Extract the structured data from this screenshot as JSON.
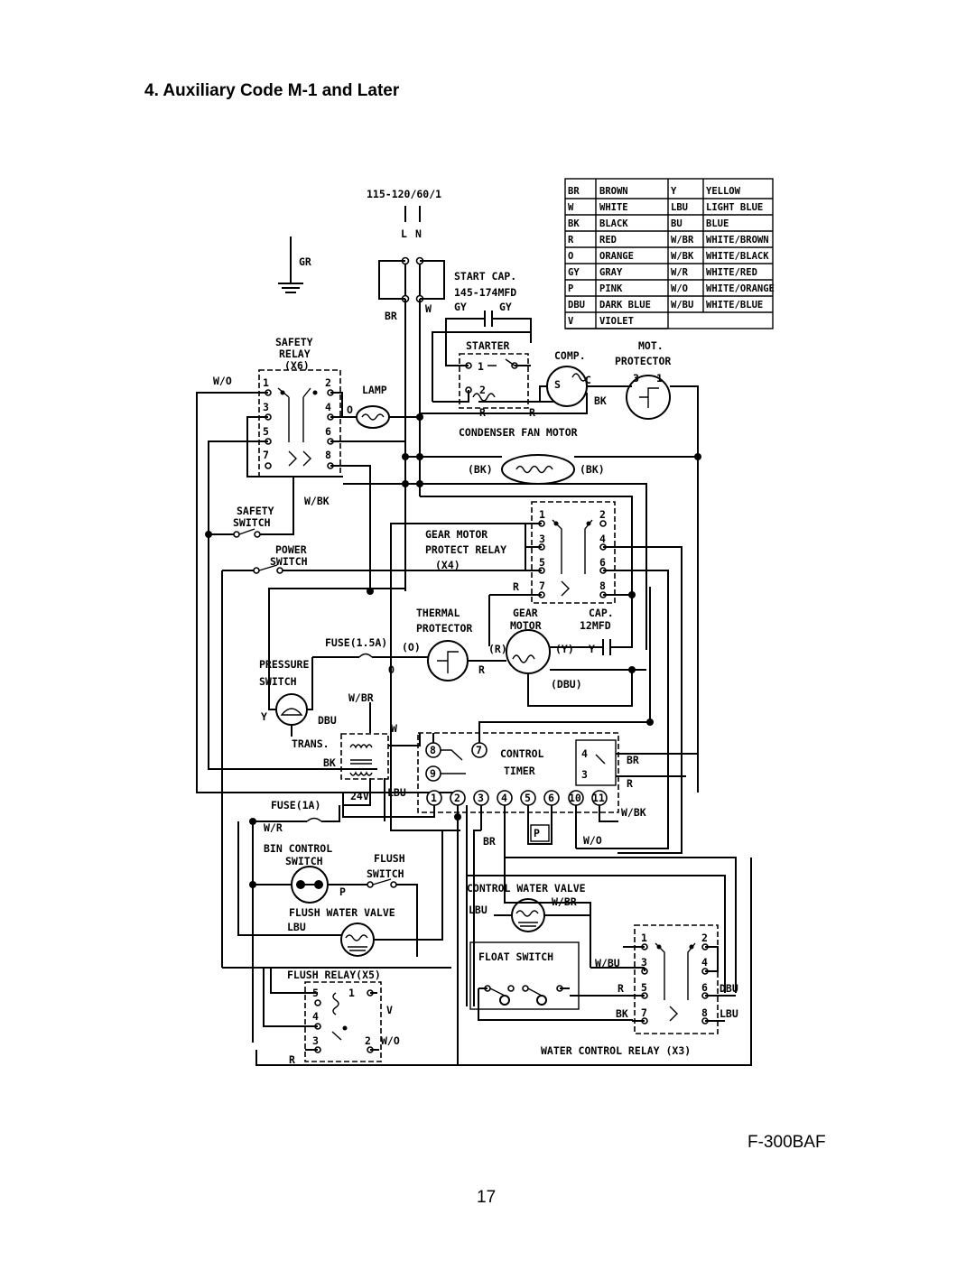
{
  "page": {
    "title": "4. Auxiliary Code M-1 and Later",
    "model": "F-300BAF",
    "page_number": "17"
  },
  "legend": [
    {
      "code": "BR",
      "color": "BROWN",
      "code2": "Y",
      "color2": "YELLOW"
    },
    {
      "code": "W",
      "color": "WHITE",
      "code2": "LBU",
      "color2": "LIGHT BLUE"
    },
    {
      "code": "BK",
      "color": "BLACK",
      "code2": "BU",
      "color2": "BLUE"
    },
    {
      "code": "R",
      "color": "RED",
      "code2": "W/BR",
      "color2": "WHITE/BROWN"
    },
    {
      "code": "O",
      "color": "ORANGE",
      "code2": "W/BK",
      "color2": "WHITE/BLACK"
    },
    {
      "code": "GY",
      "color": "GRAY",
      "code2": "W/R",
      "color2": "WHITE/RED"
    },
    {
      "code": "P",
      "color": "PINK",
      "code2": "W/O",
      "color2": "WHITE/ORANGE"
    },
    {
      "code": "DBU",
      "color": "DARK BLUE",
      "code2": "W/BU",
      "color2": "WHITE/BLUE"
    },
    {
      "code": "V",
      "color": "VIOLET",
      "code2": "",
      "color2": ""
    }
  ],
  "labels": {
    "supply": "115-120/60/1",
    "l": "L",
    "n": "N",
    "gr": "GR",
    "start_cap": "START CAP.",
    "start_cap_value": "145-174MFD",
    "br": "BR",
    "w": "W",
    "gy1": "GY",
    "gy2": "GY",
    "safety_relay_1": "SAFETY",
    "safety_relay_2": "RELAY",
    "safety_relay_3": "(X6)",
    "starter": "STARTER",
    "comp": "COMP.",
    "mot_protector_1": "MOT.",
    "mot_protector_2": "PROTECTOR",
    "wo": "W/O",
    "lamp": "LAMP",
    "o": "O",
    "r_s1": "R",
    "r_s2": "R",
    "bk_comp": "BK",
    "s": "S",
    "c": "C",
    "condenser_fan_motor": "CONDENSER FAN MOTOR",
    "bk_left": "(BK)",
    "bk_right": "(BK)",
    "wbk": "W/BK",
    "safety_switch_1": "SAFETY",
    "safety_switch_2": "SWITCH",
    "gear_motor_relay_1": "GEAR MOTOR",
    "gear_motor_relay_2": "PROTECT RELAY",
    "gear_motor_relay_3": "(X4)",
    "power_switch_1": "POWER",
    "power_switch_2": "SWITCH",
    "r_gm": "R",
    "thermal_1": "THERMAL",
    "thermal_2": "PROTECTOR",
    "gear_motor_1": "GEAR",
    "gear_motor_2": "MOTOR",
    "cap_1": "CAP.",
    "cap_2": "12MFD",
    "fuse15": "FUSE(1.5A)",
    "o_paren": "(O)",
    "r_paren": "(R)",
    "y_paren": "(Y)",
    "y": "Y",
    "pressure_1": "PRESSURE",
    "pressure_2": "SWITCH",
    "o2": "O",
    "r_tp": "R",
    "dbu_paren": "(DBU)",
    "wbr": "W/BR",
    "y2": "Y",
    "dbu": "DBU",
    "w2": "W",
    "trans": "TRANS.",
    "bk_trans": "BK",
    "v24": "24V",
    "lbu": "LBU",
    "control_1": "CONTROL",
    "control_2": "TIMER",
    "br2": "BR",
    "r2": "R",
    "wbk2": "W/BK",
    "t1": "1",
    "t2": "2",
    "t3": "3",
    "t4": "4",
    "t5": "5",
    "t6": "6",
    "t7": "7",
    "t8": "8",
    "t9": "9",
    "t10": "10",
    "t11": "11",
    "fuse1": "FUSE(1A)",
    "wr": "W/R",
    "bin_1": "BIN CONTROL",
    "bin_2": "SWITCH",
    "flush_sw_1": "FLUSH",
    "flush_sw_2": "SWITCH",
    "p": "P",
    "p2": "P",
    "br3": "BR",
    "wo2": "W/O",
    "cwv": "CONTROL WATER VALVE",
    "lbu2": "LBU",
    "wbr2": "W/BR",
    "fwv": "FLUSH WATER VALVE",
    "lbu3": "LBU",
    "float": "FLOAT SWITCH",
    "wbu": "W/BU",
    "flush_relay": "FLUSH RELAY(X5)",
    "v": "V",
    "wo3": "W/O",
    "r3": "R",
    "r4": "R",
    "bk3": "BK",
    "dbu2": "DBU",
    "lbu4": "LBU",
    "wcr": "WATER CONTROL RELAY (X3)"
  }
}
